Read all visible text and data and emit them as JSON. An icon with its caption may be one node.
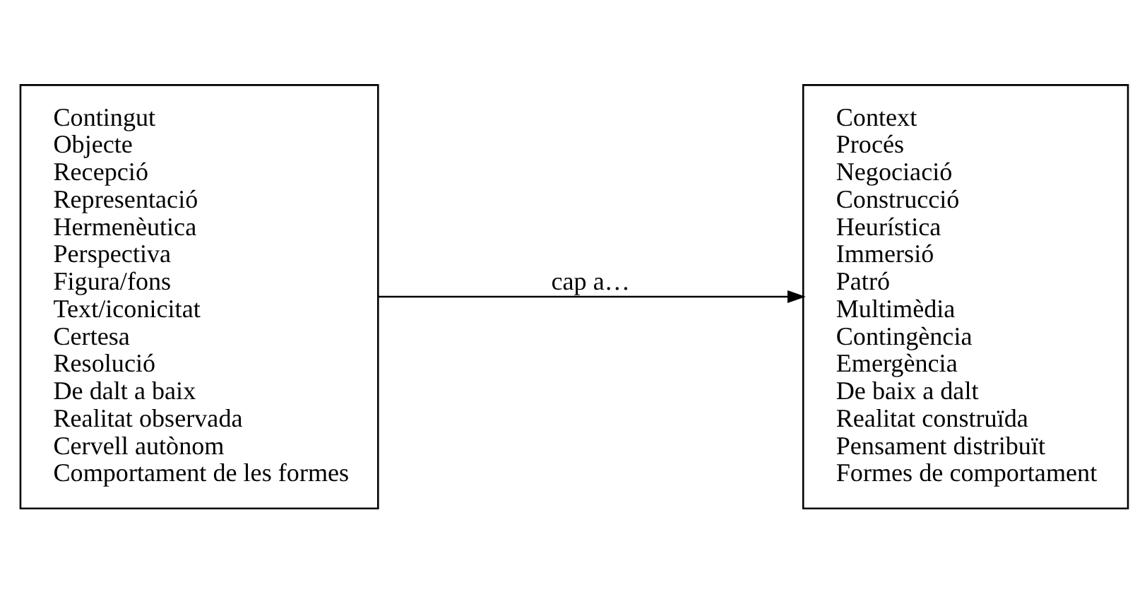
{
  "diagram": {
    "nodes": [
      {
        "text": [
          "Contingut",
          "Objecte",
          "Recepció",
          "Representació",
          "Hermenèutica",
          "Perspectiva",
          "Figura/fons",
          "Text/iconicitat",
          "Certesa",
          "Resolució",
          "De dalt a baix",
          "Realitat observada",
          "Cervell autònom",
          "Comportament de les formes"
        ]
      },
      {
        "text": [
          "Context",
          "Procés",
          "Negociació",
          "Construcció",
          "Heurística",
          "Immersió",
          "Patró",
          "Multimèdia",
          "Contingència",
          "Emergència",
          "De baix a dalt",
          "Realitat construïda",
          "Pensament distribuït",
          "Formes de comportament"
        ]
      }
    ],
    "edges": [
      {
        "from": 0,
        "to": 1,
        "arrow": "to",
        "label": "cap a…"
      }
    ]
  }
}
